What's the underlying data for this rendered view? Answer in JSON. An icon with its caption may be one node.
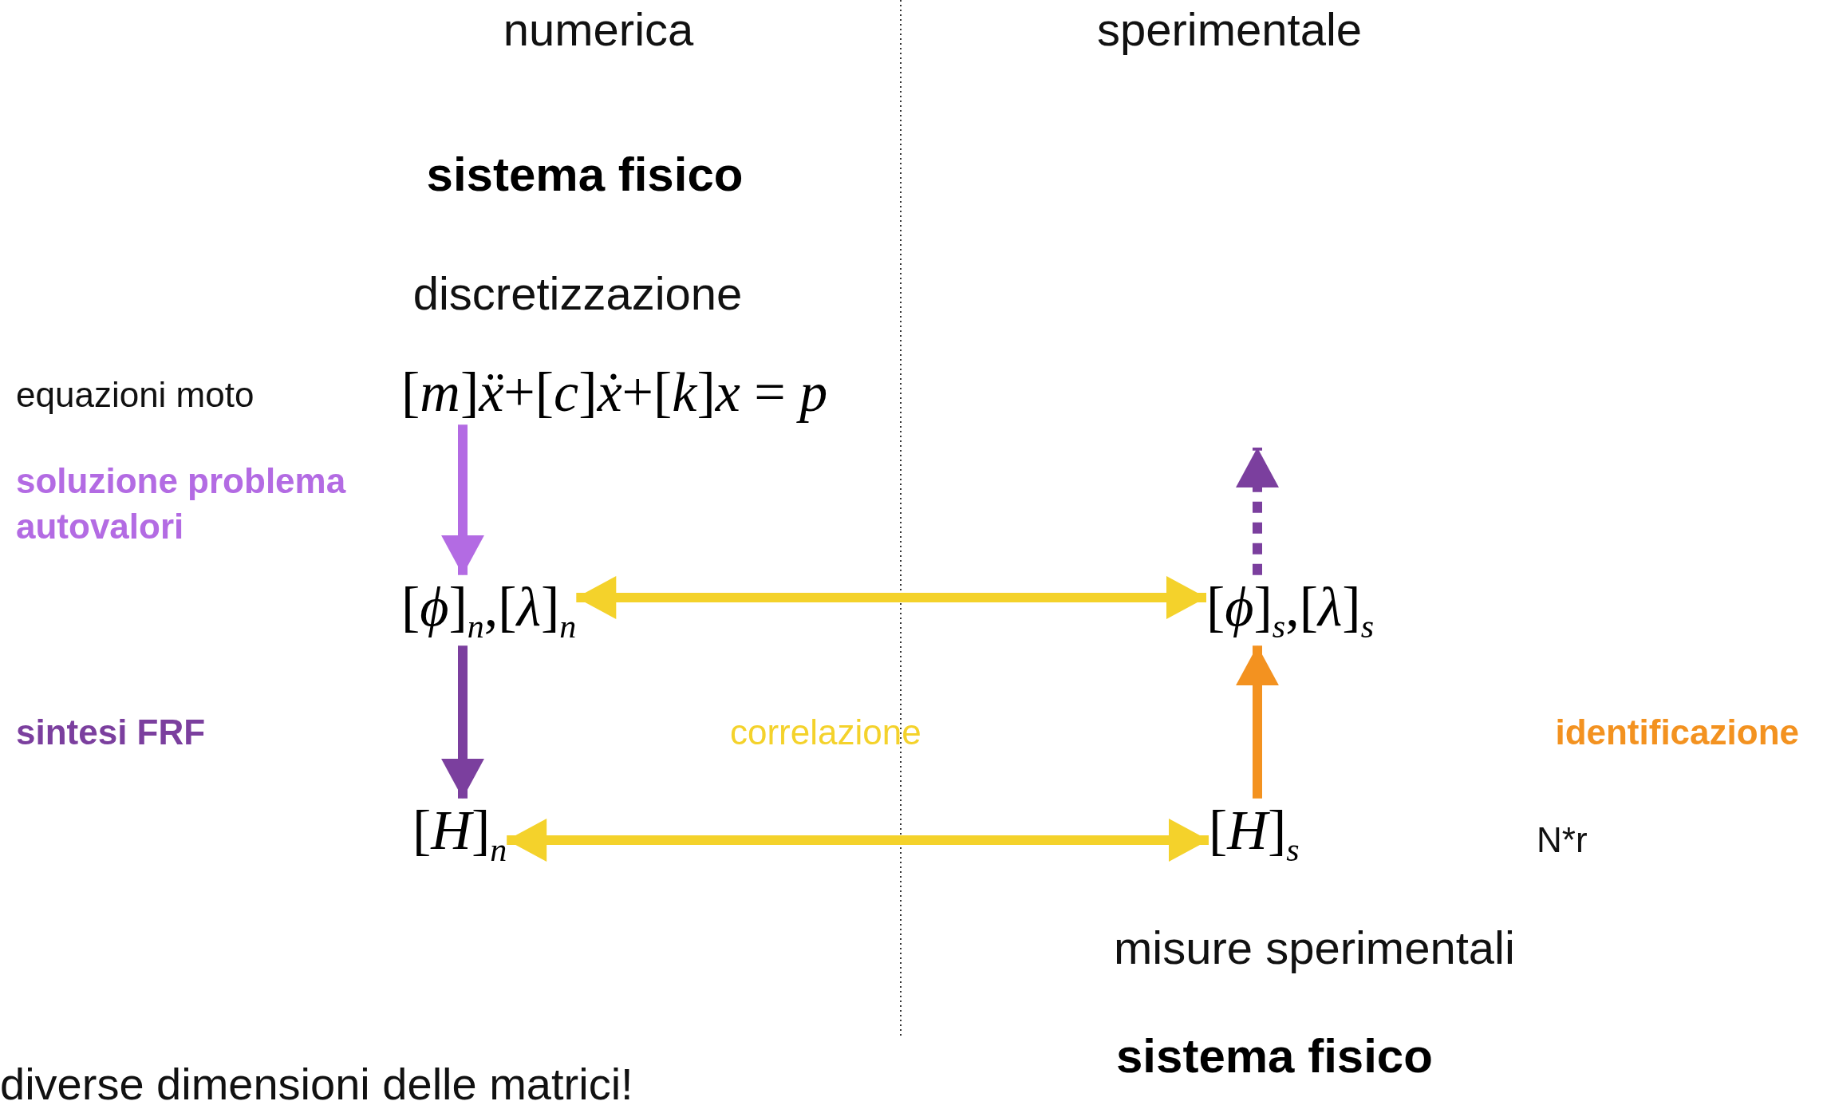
{
  "diagram": {
    "nodes": [
      {
        "text": [
          "[*m*]*ẍ*+[*c*]*ẋ*+[*k*]*x* = *p*"
        ]
      },
      {
        "text": [
          "[*ϕ*]$_{n}$,[*λ*]$_{n}$"
        ]
      },
      {
        "text": [
          "[*H*]$_{n}$"
        ]
      },
      {
        "text": [
          "[*ϕ*]$_{s}$,[*λ*]$_{s}$"
        ]
      },
      {
        "text": [
          "[*H*]$_{s}$"
        ]
      }
    ],
    "edges": [
      {
        "from": 0,
        "to": 1,
        "arrow": "to",
        "color": "#b36be3"
      },
      {
        "from": 1,
        "to": 2,
        "arrow": "to",
        "color": "#7b3f9e"
      },
      {
        "from": 1,
        "to": 3,
        "arrow": "both",
        "color": "#f4d22b"
      },
      {
        "from": 2,
        "to": 4,
        "arrow": "both",
        "color": "#f4d22b"
      },
      {
        "from": 4,
        "to": 3,
        "arrow": "to",
        "color": "#f39220"
      },
      {
        "from": 3,
        "to": null,
        "arrow": "to",
        "style": "dashed",
        "color": "#7b3f9e"
      }
    ],
    "labels": [
      "numerica",
      "sperimentale",
      "sistema fisico",
      "discretizzazione",
      "equazioni moto",
      "soluzione problema autovalori",
      "sintesi FRF",
      "correlazione",
      "identificazione",
      "N*r",
      "misure sperimentali",
      "sistema fisico",
      "diverse dimensioni delle matrici!"
    ]
  }
}
